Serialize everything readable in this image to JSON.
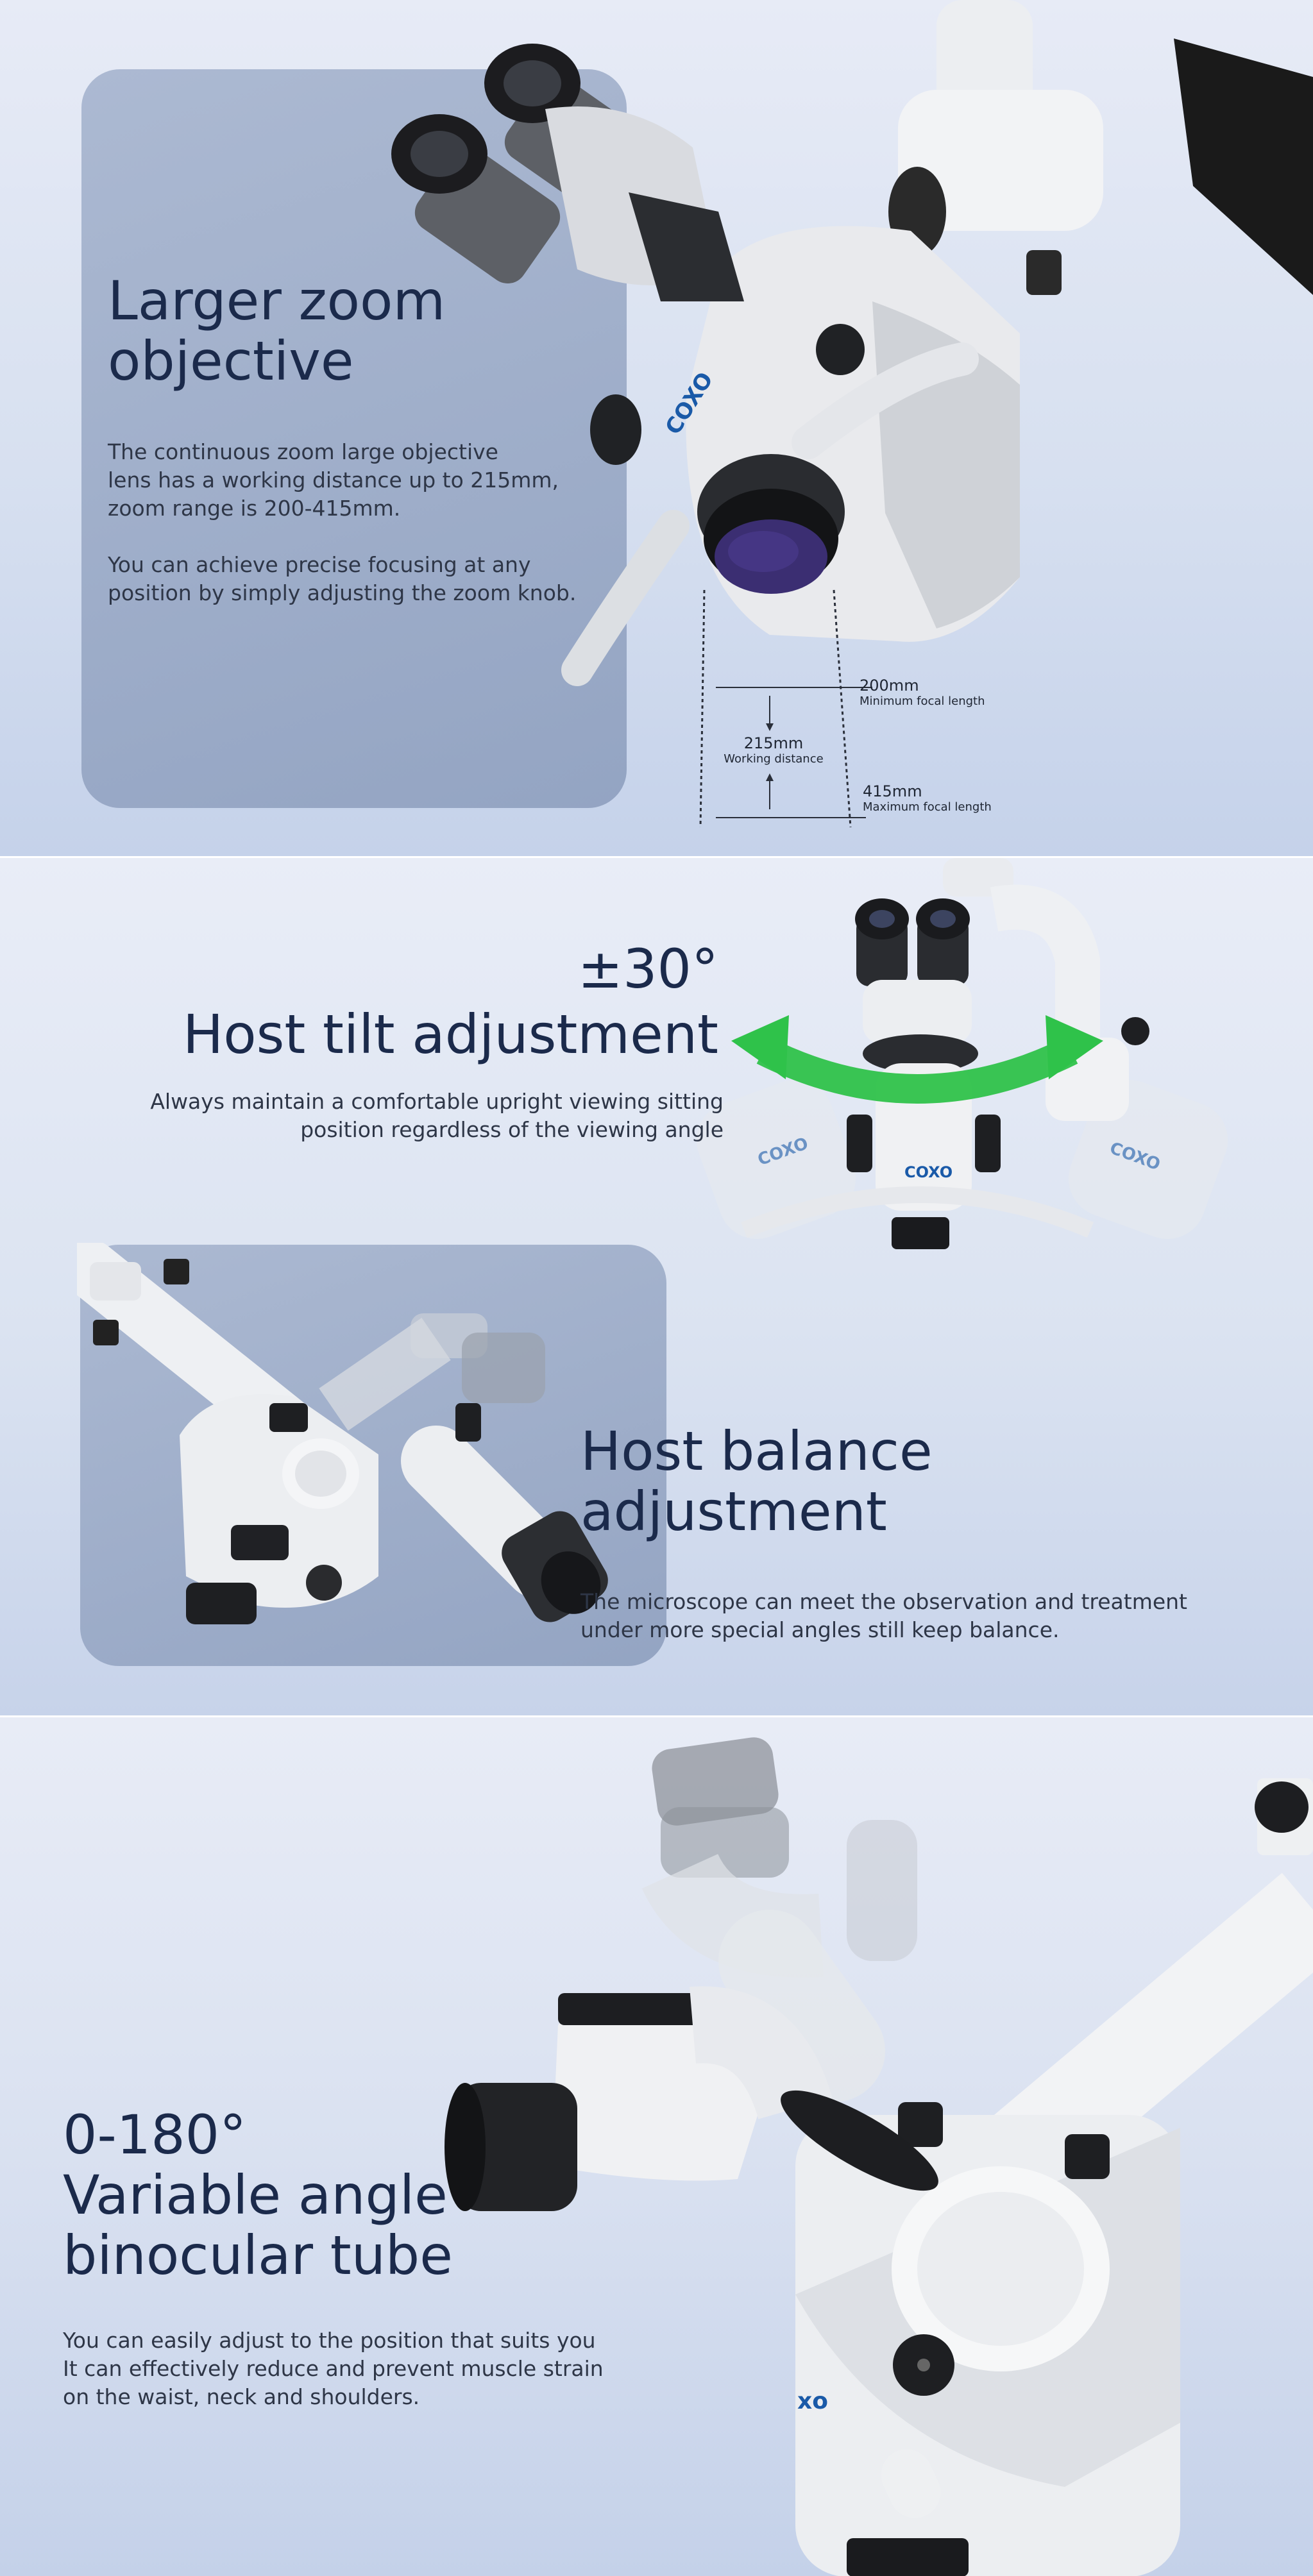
{
  "zoom": {
    "title_line1": "Larger zoom",
    "title_line2": "objective",
    "para1_line1": "The continuous zoom large objective",
    "para1_line2": "lens has a working distance up to 215mm,",
    "para1_line3": "zoom range is 200-415mm.",
    "para2_line1": "You can achieve precise focusing at any",
    "para2_line2": "position by simply adjusting the zoom knob.",
    "brand": "COXO",
    "dim_min_value": "200mm",
    "dim_min_label": "Minimum focal length",
    "dim_work_value": "215mm",
    "dim_work_label": "Working distance",
    "dim_max_value": "415mm",
    "dim_max_label": "Maximum focal length"
  },
  "tilt": {
    "angle": "±30°",
    "title": "Host tilt adjustment",
    "body_line1": "Always maintain a comfortable upright viewing sitting",
    "body_line2": "position regardless of the viewing angle",
    "brand": "COXO"
  },
  "balance": {
    "title_line1": "Host balance",
    "title_line2": "adjustment",
    "body_line1": "The microscope can meet the observation and treatment",
    "body_line2": "under more special angles still keep balance."
  },
  "binocular": {
    "title_line1": "0-180°",
    "title_line2": "Variable angle",
    "title_line3": "binocular tube",
    "body_line1": "You can easily adjust to the position that suits you",
    "body_line2": "It can effectively reduce and prevent muscle strain",
    "body_line3": "on the waist, neck and shoulders.",
    "brand_partial": "xo"
  },
  "colors": {
    "title": "#1b2a4b",
    "body": "#2e3647",
    "panel": "#98a8c5",
    "accent_arrow": "#2fc24a",
    "brand_blue": "#1a5aa8"
  }
}
